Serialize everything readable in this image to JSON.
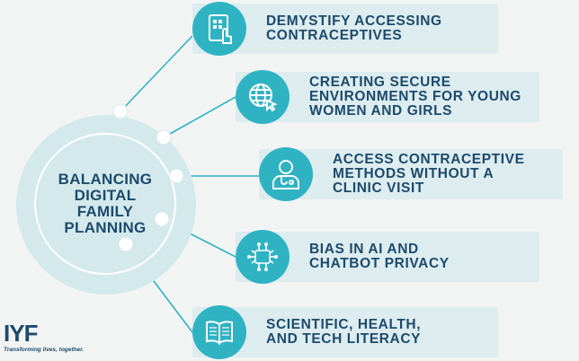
{
  "hub": {
    "title": "BALANCING DIGITAL FAMILY PLANNING"
  },
  "items": [
    {
      "label": "DEMYSTIFY ACCESSING\nCONTRACEPTIVES",
      "icon": "tablet-touch-icon"
    },
    {
      "label": "CREATING SECURE\nENVIRONMENTS FOR YOUNG\nWOMEN AND GIRLS",
      "icon": "globe-cursor-icon"
    },
    {
      "label": "ACCESS CONTRACEPTIVE\nMETHODS WITHOUT A\nCLINIC VISIT",
      "icon": "doctor-icon"
    },
    {
      "label": "BIAS IN AI AND\nCHATBOT PRIVACY",
      "icon": "ai-chip-icon"
    },
    {
      "label": "SCIENTIFIC, HEALTH,\nAND TECH LITERACY",
      "icon": "open-book-icon"
    }
  ],
  "logo": {
    "mark_text": "IYF",
    "tagline": "Transforming lives, together."
  },
  "colors": {
    "navy": "#1d4a6b",
    "teal": "#2fb3c3",
    "card": "#dcecef",
    "hub": "#d4e9ec",
    "background": "#f2f4f4"
  }
}
